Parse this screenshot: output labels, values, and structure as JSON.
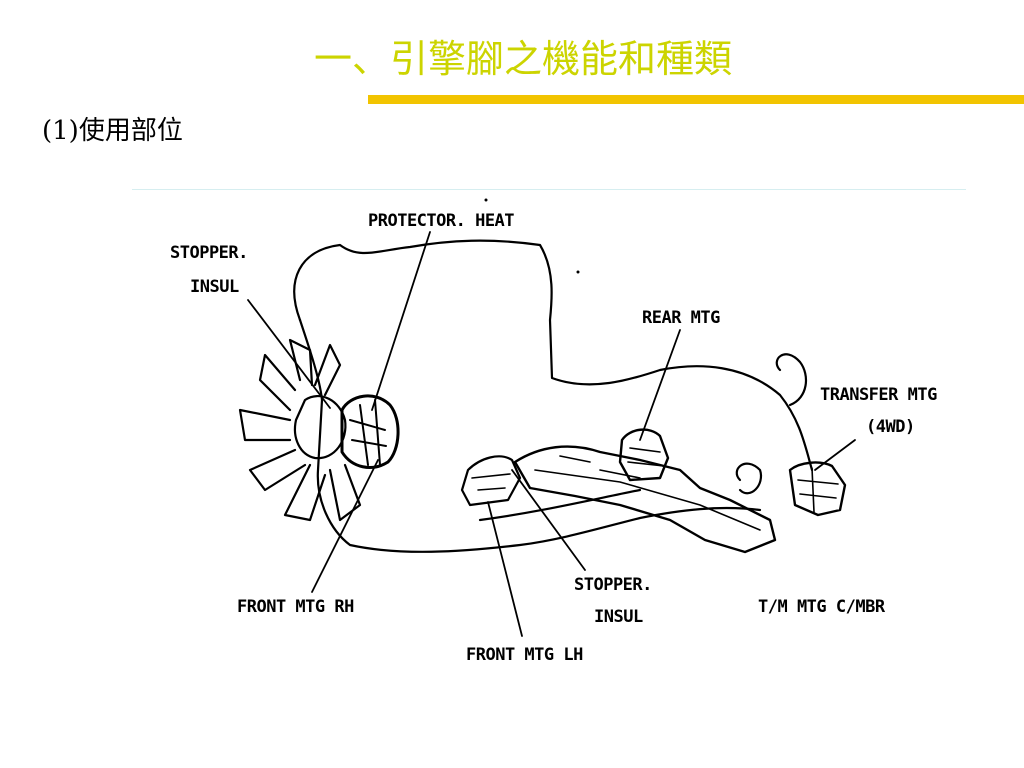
{
  "slide": {
    "title": "一、引擎腳之機能和種類",
    "subtitle": "(1)使用部位",
    "title_color": "#ccd400",
    "rule_color": "#f2c400"
  },
  "diagram": {
    "labels": {
      "protector_heat": "PROTECTOR. HEAT",
      "stopper_insul_top_1": "STOPPER.",
      "stopper_insul_top_2": "INSUL",
      "rear_mtg": "REAR MTG",
      "transfer_mtg_1": "TRANSFER MTG",
      "transfer_mtg_2": "(4WD)",
      "front_mtg_rh": "FRONT MTG RH",
      "stopper_insul_bottom_1": "STOPPER.",
      "stopper_insul_bottom_2": "INSUL",
      "tm_mtg_cmbr": "T/M MTG C/MBR",
      "front_mtg_lh": "FRONT MTG LH"
    }
  }
}
